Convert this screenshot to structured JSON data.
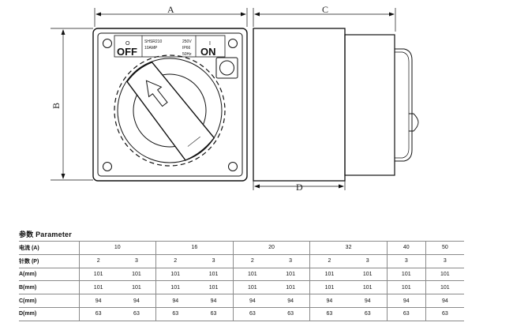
{
  "drawing": {
    "dims": {
      "a": "A",
      "b": "B",
      "c": "C",
      "d": "D"
    },
    "plate_left": {
      "symbol": "O",
      "word": "OFF"
    },
    "plate_right": {
      "symbol": "I",
      "word": "ON"
    },
    "plate_text": [
      "SHSR210",
      "10AMP",
      "250V",
      "IP66",
      "50Hz"
    ]
  },
  "section_title": "参数 Parameter",
  "table": {
    "groups": [
      {
        "label": "10",
        "span": 2
      },
      {
        "label": "16",
        "span": 2
      },
      {
        "label": "20",
        "span": 2
      },
      {
        "label": "32",
        "span": 2
      },
      {
        "label": "40",
        "span": 1
      },
      {
        "label": "50",
        "span": 1
      }
    ],
    "rows": [
      {
        "label": "电流 (A)",
        "cells": []
      },
      {
        "label": "针数 (P)",
        "cells": [
          "2",
          "3",
          "2",
          "3",
          "2",
          "3",
          "2",
          "3",
          "3",
          "3"
        ]
      },
      {
        "label": "A(mm)",
        "cells": [
          "101",
          "101",
          "101",
          "101",
          "101",
          "101",
          "101",
          "101",
          "101",
          "101"
        ]
      },
      {
        "label": "B(mm)",
        "cells": [
          "101",
          "101",
          "101",
          "101",
          "101",
          "101",
          "101",
          "101",
          "101",
          "101"
        ]
      },
      {
        "label": "C(mm)",
        "cells": [
          "94",
          "94",
          "94",
          "94",
          "94",
          "94",
          "94",
          "94",
          "94",
          "94"
        ]
      },
      {
        "label": "D(mm)",
        "cells": [
          "63",
          "63",
          "63",
          "63",
          "63",
          "63",
          "63",
          "63",
          "63",
          "63"
        ]
      }
    ]
  }
}
